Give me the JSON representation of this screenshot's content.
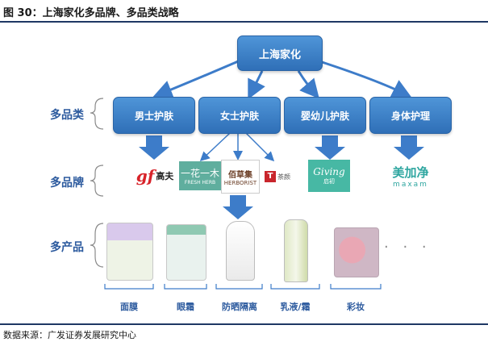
{
  "header": {
    "title": "图 30：上海家化多品牌、多品类战略"
  },
  "footer": {
    "source": "数据来源：广发证券发展研究中心"
  },
  "diagram": {
    "root": "上海家化",
    "row_labels": {
      "categories": "多品类",
      "brands": "多品牌",
      "products": "多产品"
    },
    "categories": [
      "男士护肤",
      "女士护肤",
      "婴幼儿护肤",
      "身体护理"
    ],
    "brands": [
      {
        "name": "高夫",
        "mark": "gf"
      },
      {
        "name": "FRESH HERB",
        "mark": "一花一木"
      },
      {
        "name": "HERBORIST",
        "mark": "佰草集"
      },
      {
        "name": "茶颜",
        "mark": "T"
      },
      {
        "name": "Giving",
        "mark": "启初"
      },
      {
        "name": "maxam",
        "mark": "美加净"
      }
    ],
    "products": [
      "面膜",
      "眼霜",
      "防晒隔离",
      "乳液/霜",
      "彩妆"
    ],
    "more": "· · ·"
  },
  "colors": {
    "accent": "#2f6fb7",
    "label": "#2c5a9e",
    "connector": "#3d7cc9"
  }
}
